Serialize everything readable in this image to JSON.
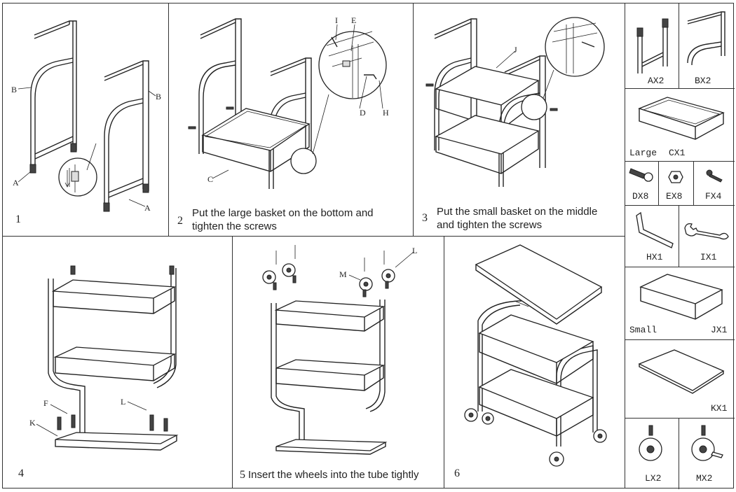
{
  "steps": [
    {
      "number": "1",
      "caption": ""
    },
    {
      "number": "2",
      "caption_line1": "Put the large basket on the bottom and",
      "caption_line2": "tighten the screws"
    },
    {
      "number": "3",
      "caption_line1": "Put the small basket on the middle",
      "caption_line2": "and tighten the screws"
    },
    {
      "number": "4",
      "caption": ""
    },
    {
      "number": "5",
      "caption": "Insert the wheels into the tube tightly"
    },
    {
      "number": "6",
      "caption": ""
    }
  ],
  "callouts": {
    "step1": [
      "B",
      "B",
      "A",
      "A"
    ],
    "step2": [
      "I",
      "E",
      "D",
      "H",
      "C"
    ],
    "step3": [
      "J"
    ],
    "step4": [
      "F",
      "L",
      "K"
    ],
    "step5": [
      "M",
      "L"
    ]
  },
  "parts": [
    {
      "code": "AX2"
    },
    {
      "code": "BX2"
    },
    {
      "name": "Large",
      "code": "CX1"
    },
    {
      "code": "DX8"
    },
    {
      "code": "EX8"
    },
    {
      "code": "FX4"
    },
    {
      "code": "HX1"
    },
    {
      "code": "IX1"
    },
    {
      "name": "Small",
      "code": "JX1"
    },
    {
      "code": "KX1"
    },
    {
      "code": "LX2"
    },
    {
      "code": "MX2"
    }
  ]
}
